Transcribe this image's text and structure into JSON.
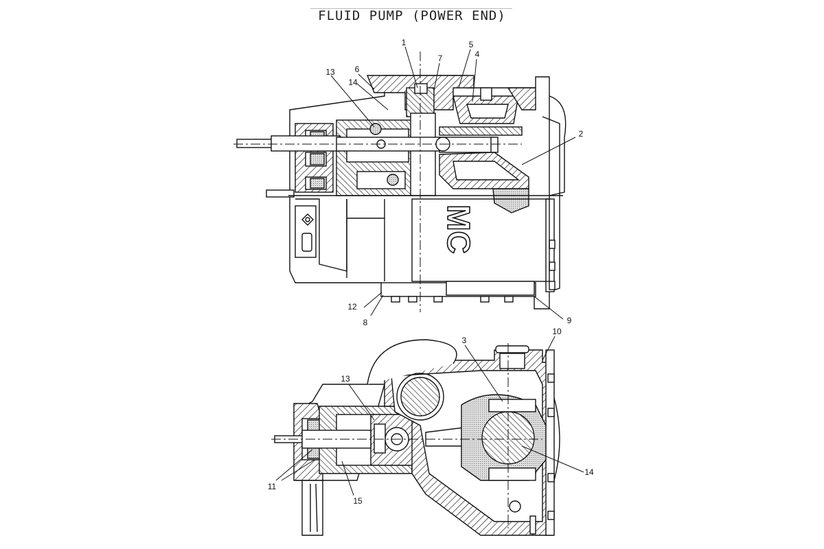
{
  "title": "FLUID PUMP (POWER END)",
  "callouts": {
    "c1": "1",
    "c2": "2",
    "c3": "3",
    "c4": "4",
    "c5": "5",
    "c6": "6",
    "c7": "7",
    "c8": "8",
    "c9": "9",
    "c10": "10",
    "c11": "11",
    "c12": "12",
    "c13_top": "13",
    "c13_bottom": "13",
    "c14_top": "14",
    "c14_bottom": "14",
    "c15": "15"
  },
  "housing_marking": "MC"
}
